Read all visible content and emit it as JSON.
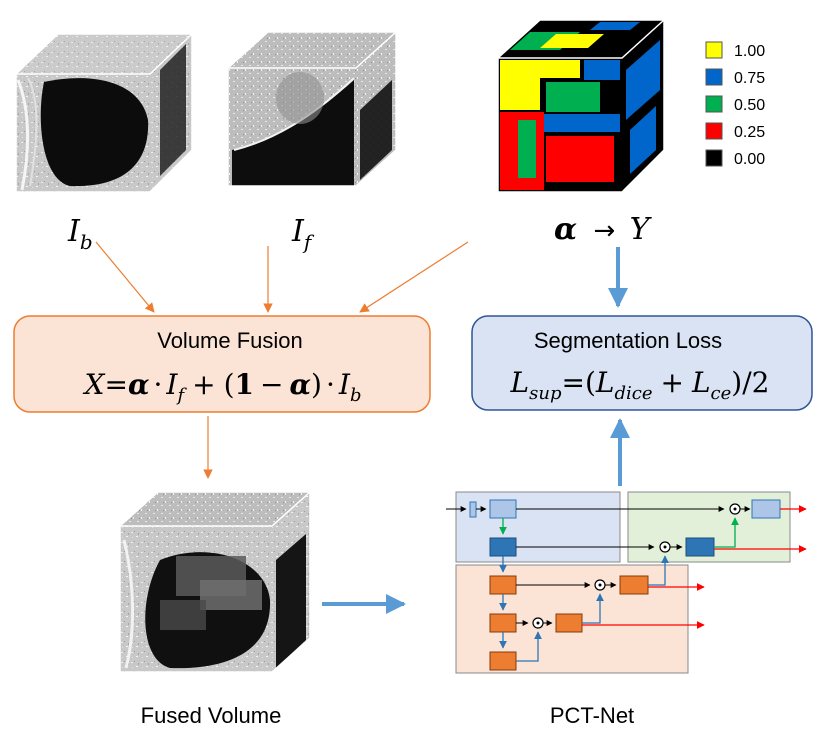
{
  "inputs": {
    "Ib": {
      "main": "I",
      "sub": "b"
    },
    "If": {
      "main": "I",
      "sub": "f"
    },
    "alpha_to_y": {
      "alpha": "α",
      "arrow": "→",
      "target": "Y"
    }
  },
  "legend": [
    {
      "value": "1.00",
      "color": "#ffff00"
    },
    {
      "value": "0.75",
      "color": "#0066cc"
    },
    {
      "value": "0.50",
      "color": "#00b050"
    },
    {
      "value": "0.25",
      "color": "#ff0000"
    },
    {
      "value": "0.00",
      "color": "#000000"
    }
  ],
  "fusion": {
    "title": "Volume Fusion",
    "formula": {
      "lhs": "X",
      "eq": "=",
      "a1": "α",
      "dot1": "·",
      "I1": "I",
      "s1": "f",
      "plus": "+",
      "paren_open": "(",
      "one": "1",
      "minus": "−",
      "a2": "α",
      "paren_close": ")",
      "dot2": "·",
      "I2": "I",
      "s2": "b"
    }
  },
  "loss": {
    "title": "Segmentation Loss",
    "formula": {
      "L": "L",
      "sub_sup": "sup",
      "eq": "=(",
      "L1": "L",
      "sub1": "dice",
      "plus": "+",
      "L2": "L",
      "sub2": "ce",
      "tail": ")/2"
    }
  },
  "fused_label": "Fused Volume",
  "net_label": "PCT-Net",
  "colors": {
    "fusion_fill": "#fbe4d5",
    "fusion_stroke": "#ed7d31",
    "loss_fill": "#dae3f3",
    "loss_stroke": "#2f5597",
    "orange_arrow": "#ed7d31",
    "blue_arrow": "#5b9bd5",
    "net_blue_panel": "#dae3f3",
    "net_green_panel": "#e2f0d9",
    "net_orange_panel": "#fbe4d5",
    "block_light": "#adc6e8",
    "block_dark": "#2e75b6",
    "block_orange": "#ed7d31",
    "out_arrow": "#ff0000"
  }
}
